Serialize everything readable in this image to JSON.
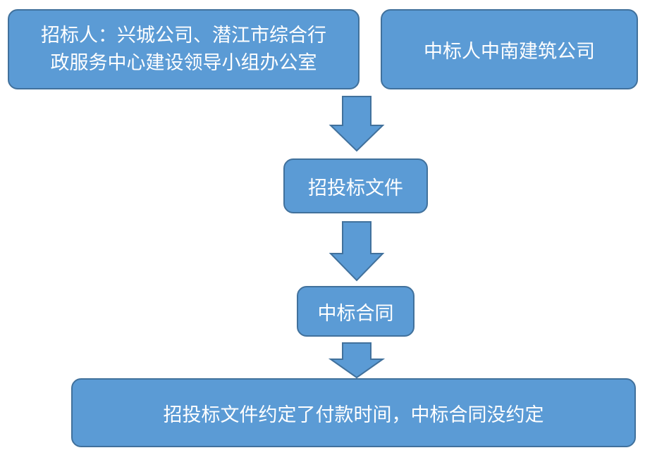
{
  "diagram": {
    "bidder_box": {
      "line1": "招标人：兴城公司、潜江市综合行",
      "line2": "政服务中心建设领导小组办公室"
    },
    "winner_box": "中标人中南建筑公司",
    "tender_docs_box": "招投标文件",
    "contract_box": "中标合同",
    "conclusion_box": "招投标文件约定了付款时间，中标合同没约定"
  },
  "colors": {
    "box_fill": "#5b9bd5",
    "box_border": "#41719c",
    "text": "#ffffff"
  }
}
